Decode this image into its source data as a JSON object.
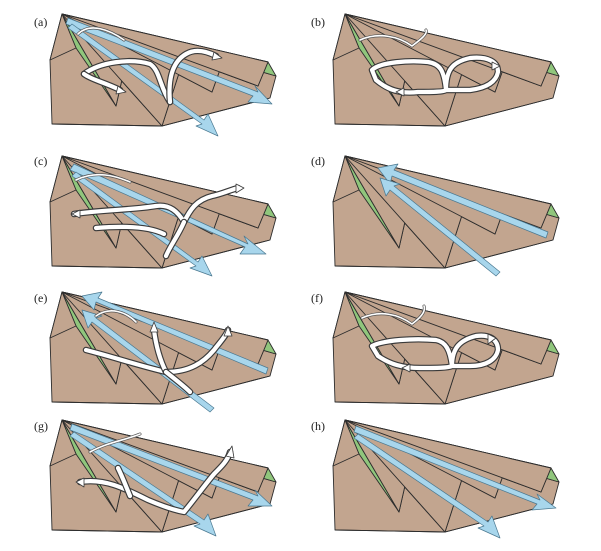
{
  "figure": {
    "panels": [
      {
        "id": "a",
        "label": "(a)"
      },
      {
        "id": "b",
        "label": "(b)"
      },
      {
        "id": "c",
        "label": "(c)"
      },
      {
        "id": "d",
        "label": "(d)"
      },
      {
        "id": "e",
        "label": "(e)"
      },
      {
        "id": "f",
        "label": "(f)"
      },
      {
        "id": "g",
        "label": "(g)"
      },
      {
        "id": "h",
        "label": "(h)"
      }
    ],
    "colors": {
      "valley_slope": "#c2a58f",
      "ridge_top": "#90c67c",
      "wind_arrow": "#a8d6ec",
      "flow_path": "#ffffff",
      "outline": "#2d2d2d"
    }
  }
}
